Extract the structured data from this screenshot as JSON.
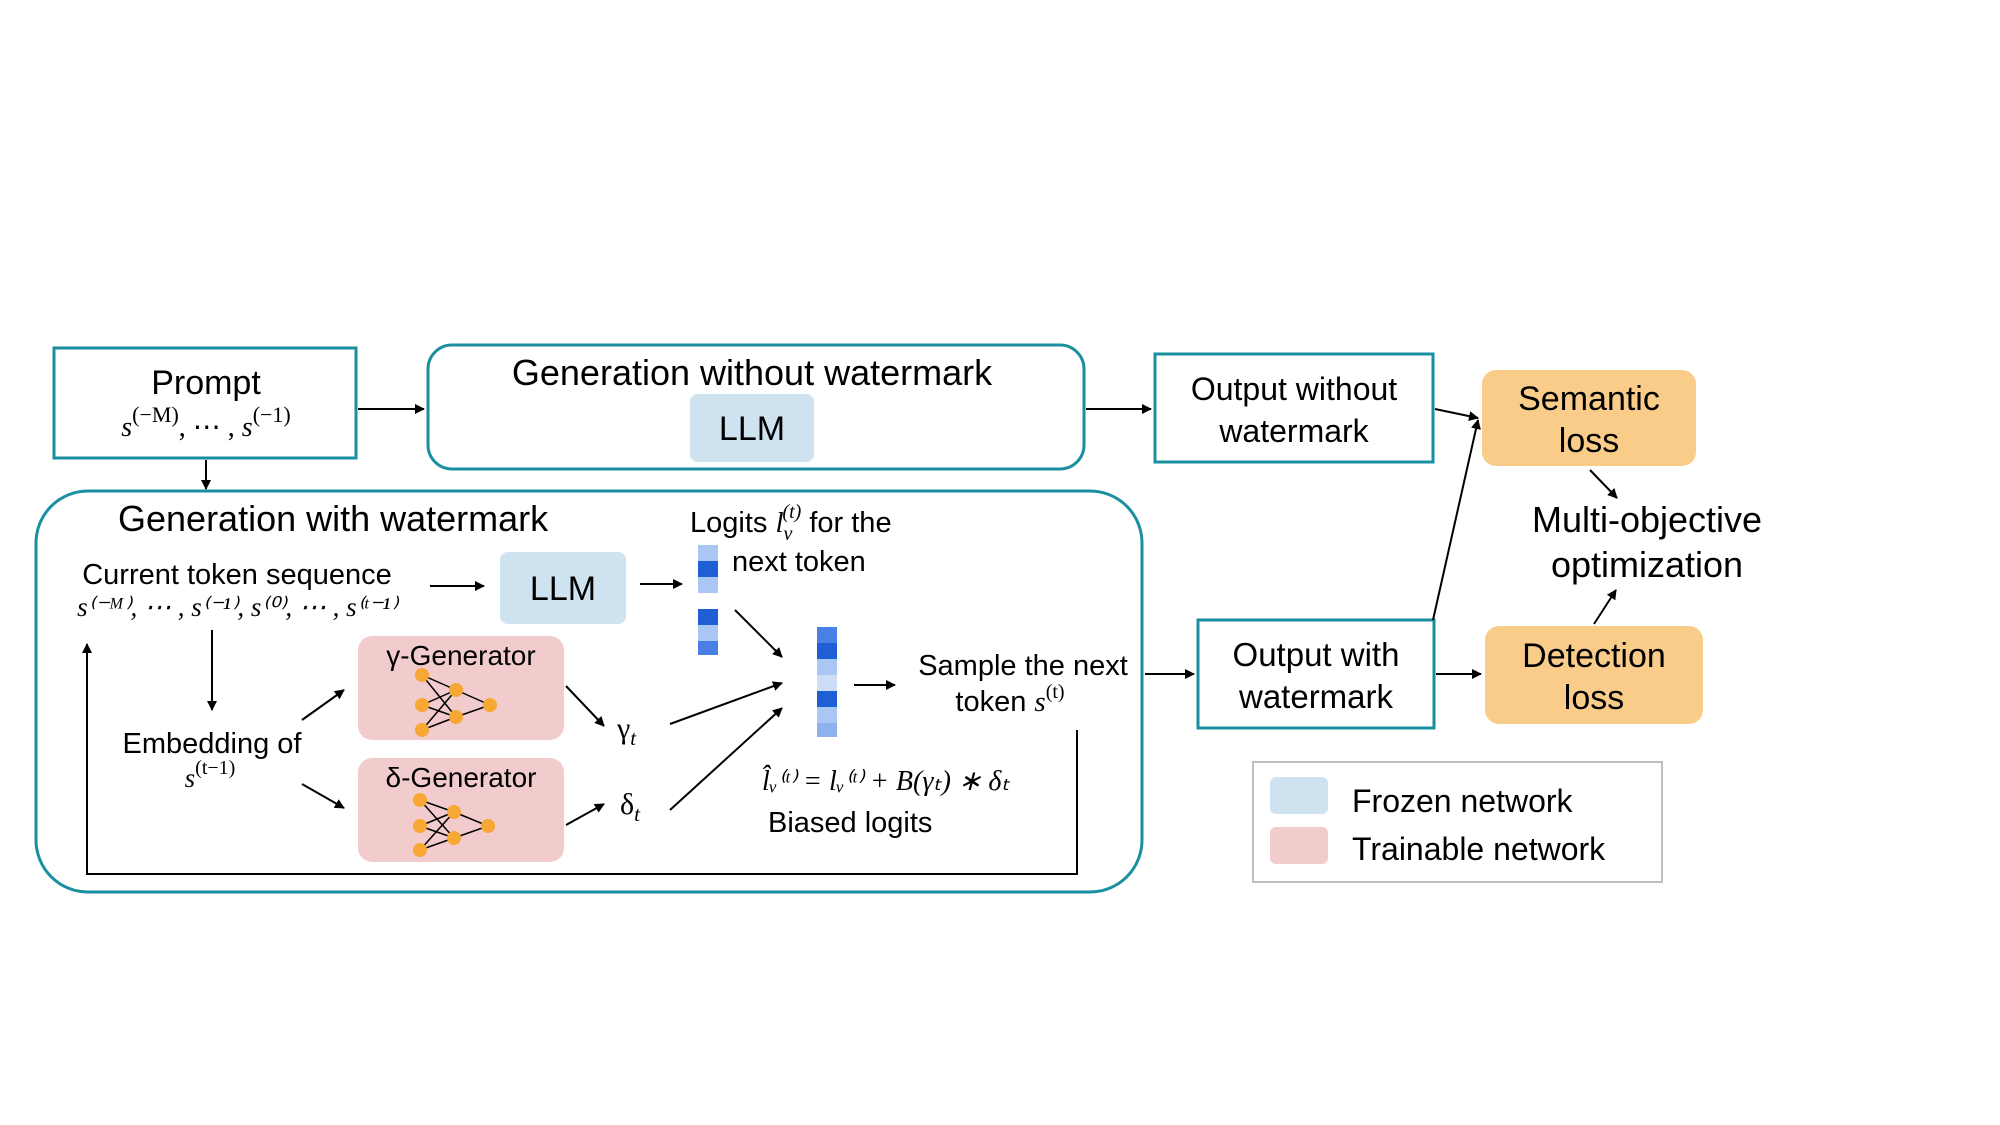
{
  "prompt": {
    "title": "Prompt",
    "seq_a": "s",
    "seq_a_sup": "(−M)",
    "seq_mid": ", ⋯ , ",
    "seq_b": "s",
    "seq_b_sup": "(−1)"
  },
  "gen_without": {
    "title": "Generation without watermark",
    "llm": "LLM"
  },
  "output_without": {
    "line1": "Output without",
    "line2": "watermark"
  },
  "gen_with": {
    "title": "Generation with watermark",
    "current_seq_label": "Current token sequence",
    "current_seq_formula": "s⁽⁻ᴹ⁾, ⋯ , s⁽⁻¹⁾, s⁽⁰⁾, ⋯ , s⁽ᵗ⁻¹⁾",
    "llm": "LLM",
    "logits_line1_a": "Logits ",
    "logits_sym": "l",
    "logits_sub": "v",
    "logits_sup": "(t)",
    "logits_line1_b": " for the",
    "logits_line2": "next token",
    "embedding_line1": "Embedding of",
    "embedding_sym": "s",
    "embedding_sup": "(t−1)",
    "gamma_gen": "γ-Generator",
    "delta_gen": "δ-Generator",
    "gamma_t": "γ",
    "gamma_t_sub": "t",
    "delta_t": "δ",
    "delta_t_sub": "t",
    "sample_line1": "Sample the next",
    "sample_line2": "token ",
    "sample_sym": "s",
    "sample_sup": "(t)",
    "biased_formula": "l̂ᵥ⁽ᵗ⁾ = lᵥ⁽ᵗ⁾ + B(γₜ) ∗ δₜ",
    "biased_label": "Biased logits"
  },
  "output_with": {
    "line1": "Output with",
    "line2": "watermark"
  },
  "semantic_loss": {
    "line1": "Semantic",
    "line2": "loss"
  },
  "detection_loss": {
    "line1": "Detection",
    "line2": "loss"
  },
  "multi_objective": {
    "line1": "Multi-objective",
    "line2": "optimization"
  },
  "legend": {
    "frozen": "Frozen network",
    "trainable": "Trainable network"
  },
  "colors": {
    "teal_border": "#1a8fa0",
    "frozen_fill": "#cfe2f0",
    "trainable_fill": "#f2cccc",
    "loss_fill": "#f9cc8a",
    "node_fill": "#f7a733",
    "logit_dark": "#1f5fd6",
    "logit_light": "#a9c7f2",
    "legend_border": "#bfbfbf"
  }
}
